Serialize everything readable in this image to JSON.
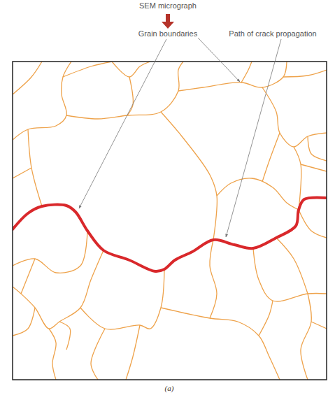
{
  "diagram": {
    "labels": [
      "SEM micrograph",
      "Grain boundaries",
      "Path of crack propagation",
      "(a)"
    ]
  }
}
